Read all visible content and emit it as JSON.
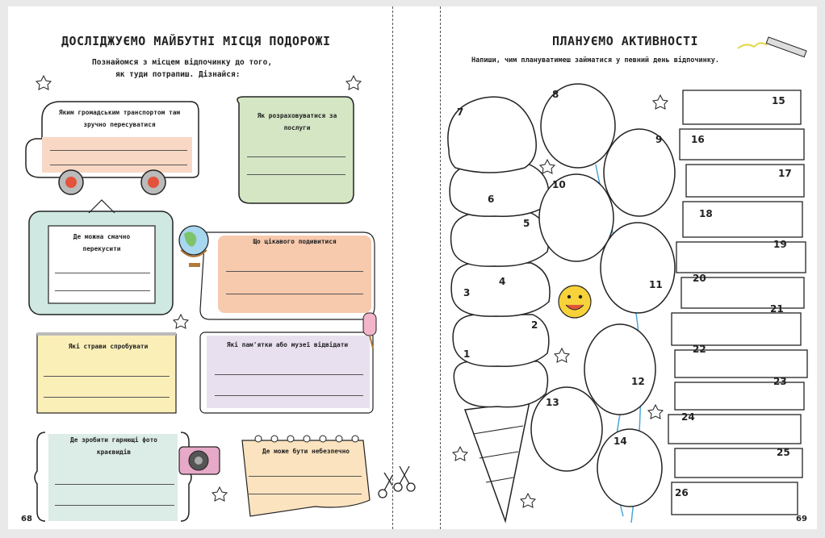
{
  "left_page": {
    "title": "ДОСЛІДЖУЄМО МАЙБУТНІ МІСЦЯ ПОДОРОЖІ",
    "intro_line1": "Познайомся з місцем відпочинку до того,",
    "intro_line2": "як туди потрапиш. Дізнайся:",
    "transport": "Яким громадським транспортом там зручно пересуватися",
    "payment": "Як розраховуватися за послуги",
    "food": "Де можна смачно перекусити",
    "sights": "Що цікавого подивитися",
    "dishes": "Які страви спробувати",
    "museums": "Які пам'ятки або музеї відвідати",
    "photos": "Де зробити гарнющі фото краєвидів",
    "danger": "Де може бути небезпечно",
    "page_number": "68"
  },
  "right_page": {
    "title": "ПЛАНУЄМО АКТИВНОСТІ",
    "intro": "Напиши, чим плануватимеш займатися у певний день відпочинку.",
    "ice_cream_days": [
      "7",
      "6",
      "5",
      "4",
      "3",
      "2",
      "1"
    ],
    "balloon_days": [
      "8",
      "9",
      "10",
      "11",
      "12",
      "13",
      "14"
    ],
    "book_days": [
      "15",
      "16",
      "17",
      "18",
      "19",
      "20",
      "21",
      "22",
      "23",
      "24",
      "25",
      "26"
    ],
    "page_number": "69"
  },
  "colors": {
    "peach": "#f8d8c4",
    "green": "#d4e6c4",
    "mint": "#cfe8e2",
    "orange": "#f7c9ad",
    "yellow": "#fbefb8",
    "lavender": "#e8e0ef",
    "teal": "#dcece6",
    "sand": "#fbe3bf",
    "balloon_string": "#4aa7d8"
  },
  "icons": [
    "star-icon",
    "globe-icon",
    "camera-icon",
    "popsicle-icon",
    "scissors-icon",
    "smiley-icon",
    "pencil-icon",
    "bus-icon"
  ]
}
